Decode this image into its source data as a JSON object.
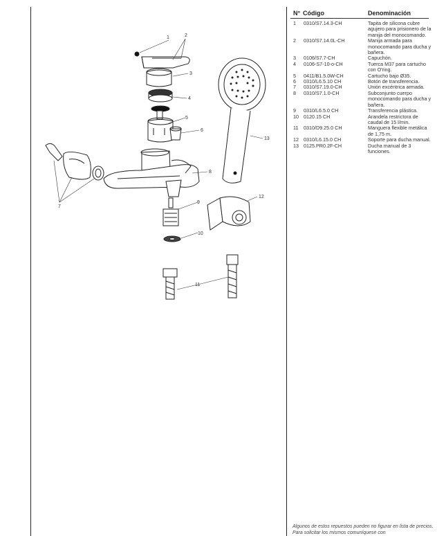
{
  "table": {
    "headers": {
      "number": "N°",
      "code": "Código",
      "name": "Denominación"
    },
    "rows": [
      {
        "n": "1",
        "code": "0310/S7.14.3-CH",
        "name": "Tapita de silicona cubre agujero para prisionero de la manija del monocomando."
      },
      {
        "n": "2",
        "code": "0310/S7.14.0L-CH",
        "name": "Manija armada para monocomando para ducha y bañera."
      },
      {
        "n": "3",
        "code": "0106/S7.7-CH",
        "name": "Capuchón."
      },
      {
        "n": "4",
        "code": "0106-S7-10-o-CH",
        "name": "Tuerca M37 para cartucho con O'ring."
      },
      {
        "n": "5",
        "code": "0411/B1.5.0W-CH",
        "name": "Cartucho bajo Ø35."
      },
      {
        "n": "6",
        "code": "0310/L6.5.10 CH",
        "name": "Botón de transferencia."
      },
      {
        "n": "7",
        "code": "0310/S7.19.0-CH",
        "name": "Unión excéntrica armada."
      },
      {
        "n": "8",
        "code": "0310/S7.1.0-CH",
        "name": "Subconjunto cuerpo monocomando para ducha y bañera."
      },
      {
        "n": "9",
        "code": "0310/L6.5.0 CH",
        "name": "Transferencia plástica."
      },
      {
        "n": "10",
        "code": "0120.15 CH",
        "name": "Arandela restrictora de caudal de 15 l/min."
      },
      {
        "n": "11",
        "code": "0310/D9.25.0 CH",
        "name": "Manguera flexible metálica de 1,75 m."
      },
      {
        "n": "12",
        "code": "0310/L6.15.0 CH",
        "name": "Soporte para ducha manual."
      },
      {
        "n": "13",
        "code": "0125.PR0.2F-CH",
        "name": "Ducha manual de 3 funciones."
      }
    ]
  },
  "diagram": {
    "callouts": [
      "1",
      "2",
      "3",
      "4",
      "5",
      "6",
      "7",
      "8",
      "9",
      "10",
      "11",
      "12",
      "13"
    ]
  },
  "footnote": "Algunos de estos repuestos pueden no figurar en lista de precios. Para solicitar los mismos comuníquese con"
}
